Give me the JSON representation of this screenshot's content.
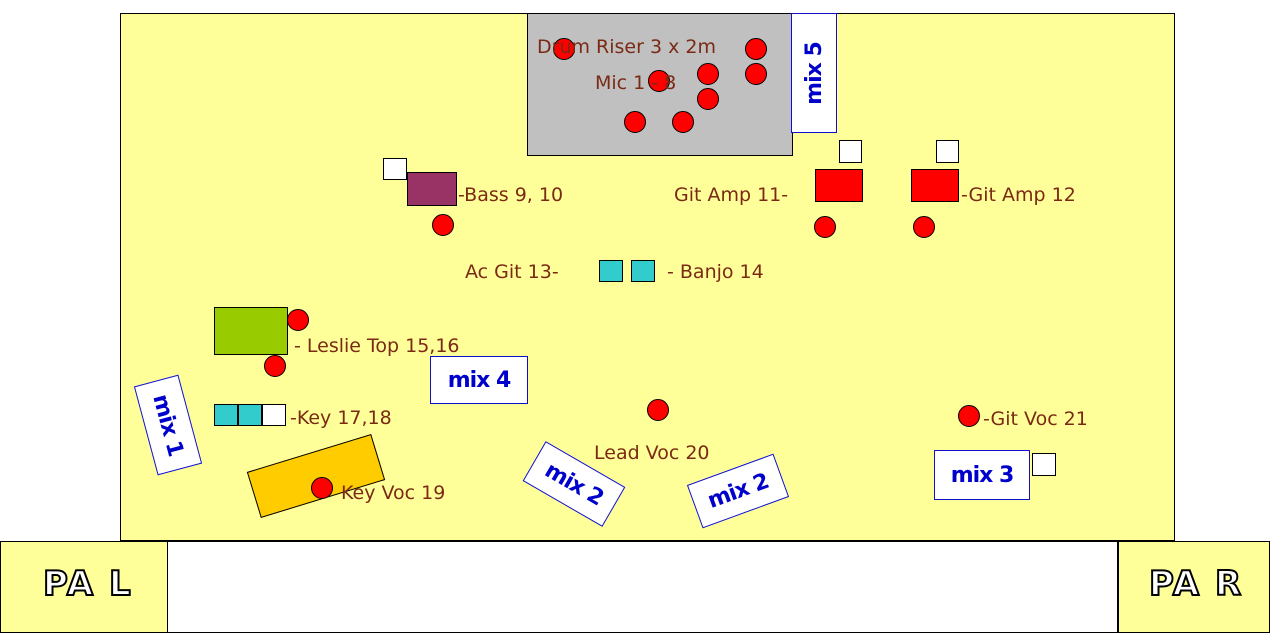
{
  "diagram": {
    "riser_label": "Drum Riser 3 x 2m",
    "drum_mics_label": "Mic 1 - 8",
    "bass_label": "-Bass 9, 10",
    "git_amp_11_label": "Git Amp 11-",
    "git_amp_12_label": "-Git Amp 12",
    "ac_git_label": "Ac Git 13-",
    "banjo_label": "- Banjo 14",
    "leslie_label": "- Leslie Top 15,16",
    "key_label": "-Key 17,18",
    "key_voc_label": "Key Voc 19",
    "lead_voc_label": "Lead Voc 20",
    "git_voc_label": "-Git Voc 21",
    "pa_left": "PA L",
    "pa_right": "PA R",
    "monitors": {
      "mix1": "mix 1",
      "mix2a": "mix 2",
      "mix2b": "mix 2",
      "mix3": "mix 3",
      "mix4": "mix 4",
      "mix5": "mix 5"
    }
  },
  "colors": {
    "stage": "#ffff99",
    "riser": "#c0c0c0",
    "mic": "#ff0000",
    "bass_amp": "#993366",
    "git_amp": "#ff0000",
    "acoustic": "#33cccc",
    "leslie": "#99cc00",
    "key_vocal_board": "#ffcc00",
    "label_text": "#7a2a14",
    "monitor_text": "#0000cc"
  }
}
